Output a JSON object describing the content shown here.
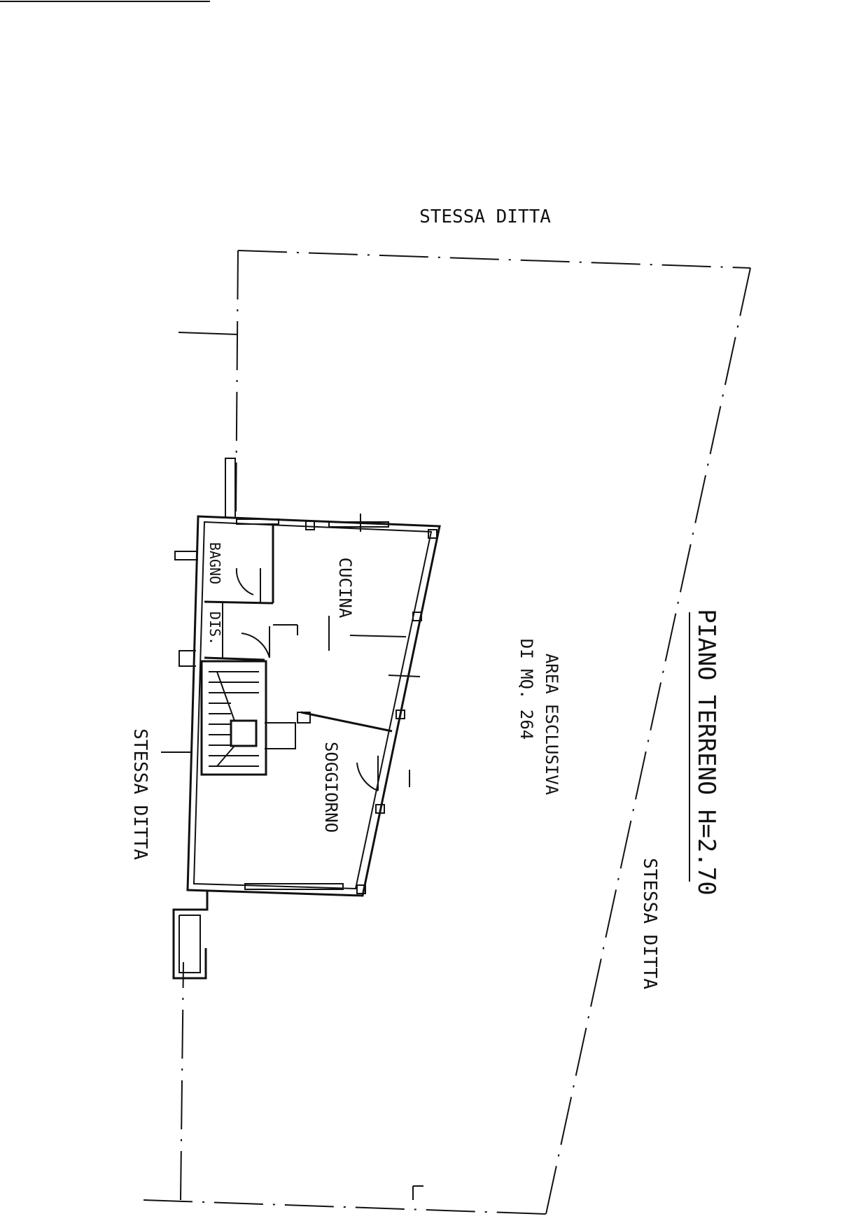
{
  "plan": {
    "title": "PIANO TERRENO H=2.70",
    "neighbor_top": "STESSA DITTA",
    "neighbor_left": "STESSA DITTA",
    "neighbor_right": "STESSA DITTA",
    "area_line1": "AREA ESCLUSIVA",
    "area_line2": "DI MQ. 264",
    "rooms": {
      "bagno": "BAGNO",
      "dis": "DIS.",
      "cucina": "CUCINA",
      "soggiorno": "SOGGIORNO"
    }
  }
}
